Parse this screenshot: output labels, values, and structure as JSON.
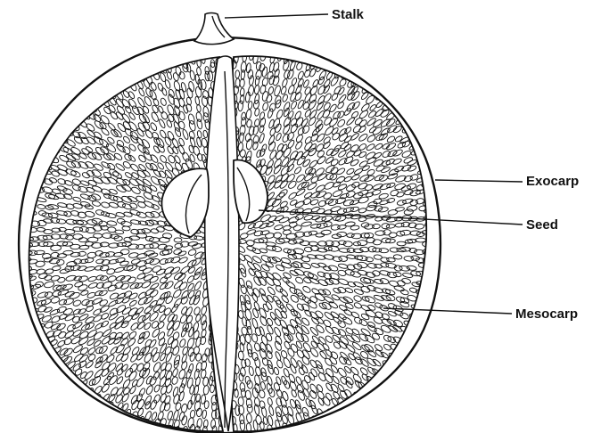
{
  "labels": {
    "stalk": "Stalk",
    "exocarp": "Exocarp",
    "seed": "Seed",
    "mesocarp": "Mesocarp"
  },
  "colors": {
    "ink": "#111111",
    "paper": "#ffffff"
  }
}
